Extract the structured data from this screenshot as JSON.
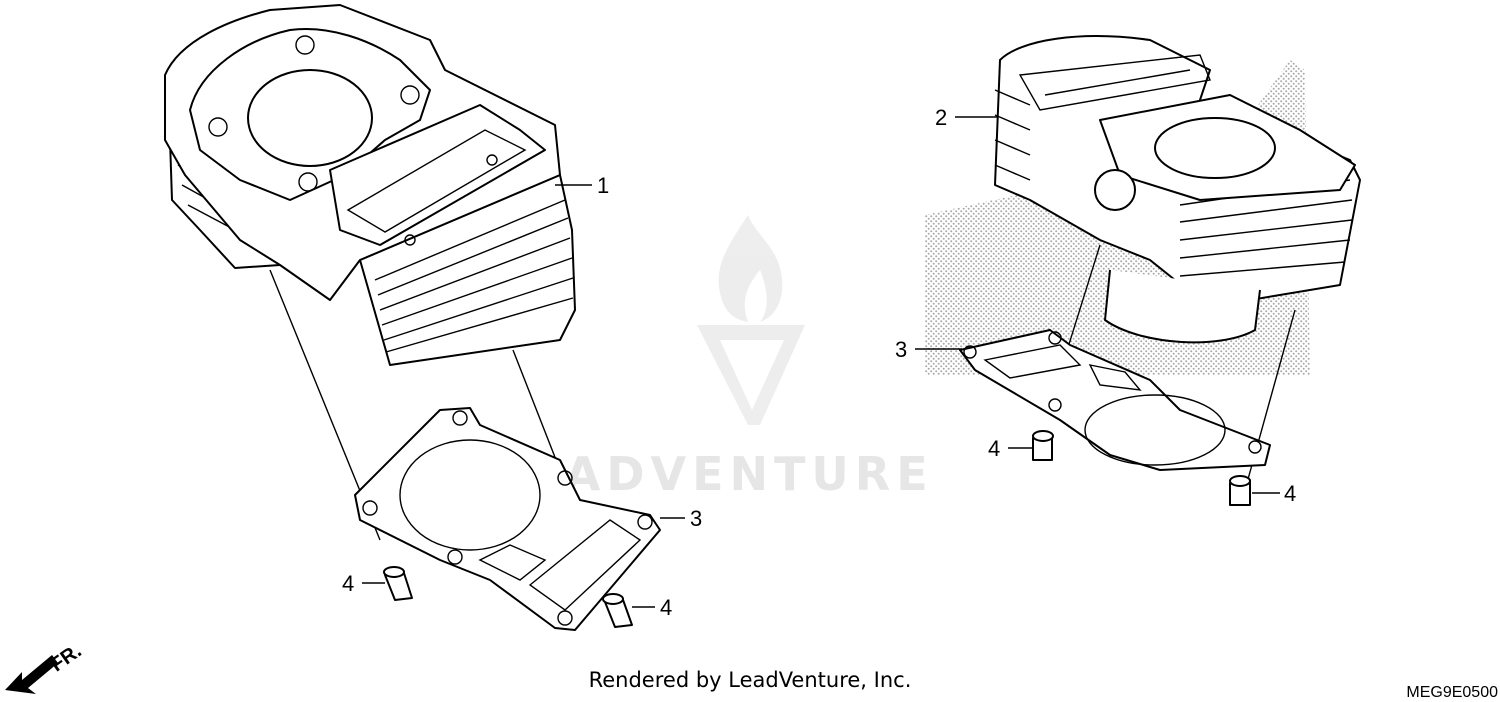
{
  "callouts": {
    "left_cylinder": "1",
    "right_cylinder": "2",
    "left_gasket": "3",
    "right_gasket": "3",
    "left_pin_a": "4",
    "left_pin_b": "4",
    "right_pin_a": "4",
    "right_pin_b": "4"
  },
  "front_indicator": "FR.",
  "watermark": "LEADVENTURE",
  "footer": {
    "rendered_by": "Rendered by LeadVenture, Inc.",
    "diagram_code": "MEG9E0500"
  }
}
